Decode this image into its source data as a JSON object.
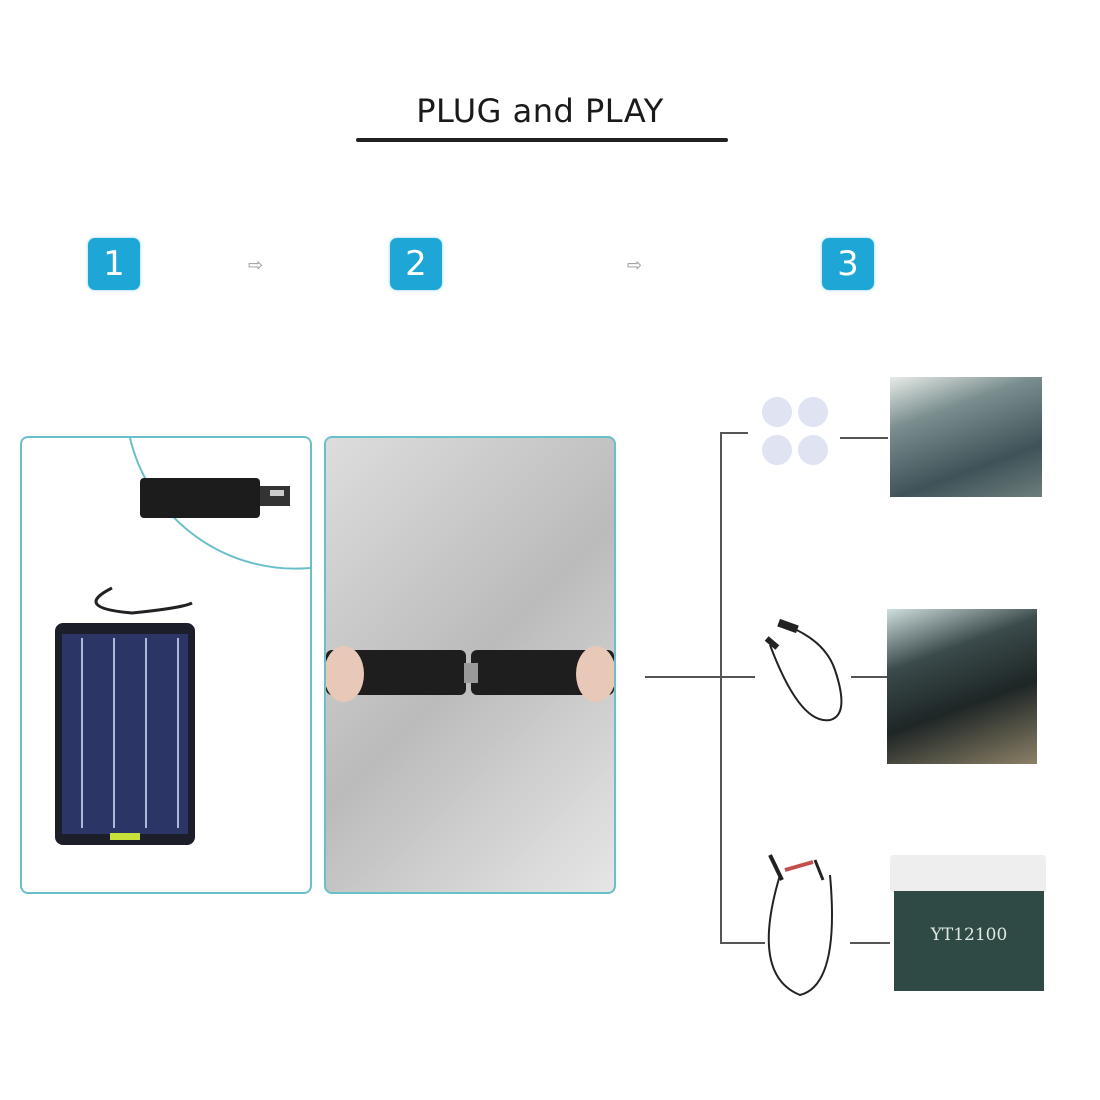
{
  "header": {
    "title": "PLUG and PLAY"
  },
  "steps": [
    {
      "number": "1"
    },
    {
      "number": "2"
    },
    {
      "number": "3"
    }
  ],
  "arrows": [
    "arrow-right",
    "arrow-right"
  ],
  "colors": {
    "accent": "#1ea7d6",
    "panel_border": "#6bbfc9",
    "solar_panel": "#2b3566",
    "battery": "#2f4a45"
  },
  "panels": {
    "step1": {
      "label": "solar panel with SAE connector"
    },
    "step2": {
      "label": "SAE connectors joined"
    }
  },
  "options": [
    {
      "accessory": "suction cups",
      "application": "car windshield"
    },
    {
      "accessory": "cigarette lighter plug",
      "application": "car dashboard"
    },
    {
      "accessory": "alligator clips",
      "application": "battery"
    }
  ],
  "battery": {
    "model": "YT12100"
  }
}
